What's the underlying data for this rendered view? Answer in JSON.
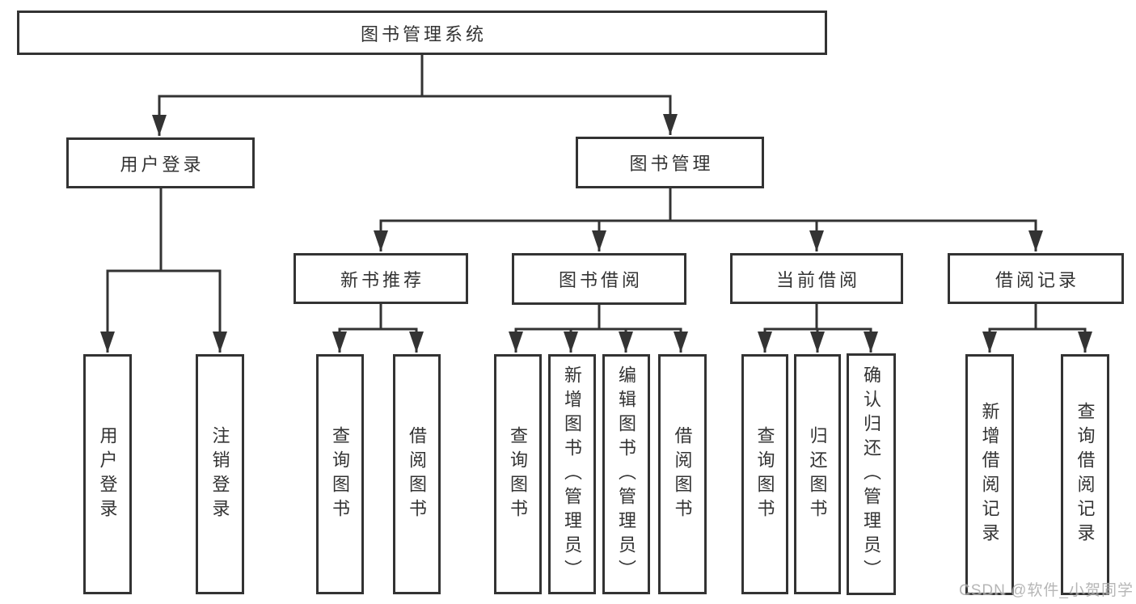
{
  "nodes": {
    "root": "图书管理系统",
    "l2": [
      "用户登录",
      "图书管理"
    ],
    "l3": [
      "新书推荐",
      "图书借阅",
      "当前借阅",
      "借阅记录"
    ],
    "l4_user": [
      "用户登录",
      "注销登录"
    ],
    "l4_newbook": [
      "查询图书",
      "借阅图书"
    ],
    "l4_borrow": [
      "查询图书",
      "新增图书（管理员）",
      "编辑图书（管理员）",
      "借阅图书"
    ],
    "l4_current": [
      "查询图书",
      "归还图书",
      "确认归还（管理员）"
    ],
    "l4_records": [
      "新增借阅记录",
      "查询借阅记录"
    ]
  },
  "watermark": {
    "text": "CSDN @软件_小贺同学"
  },
  "colors": {
    "line": "#333333",
    "text": "#333333",
    "box_background": "#ffffff",
    "page_background": "#ffffff",
    "watermark": "#a2a2a2"
  }
}
